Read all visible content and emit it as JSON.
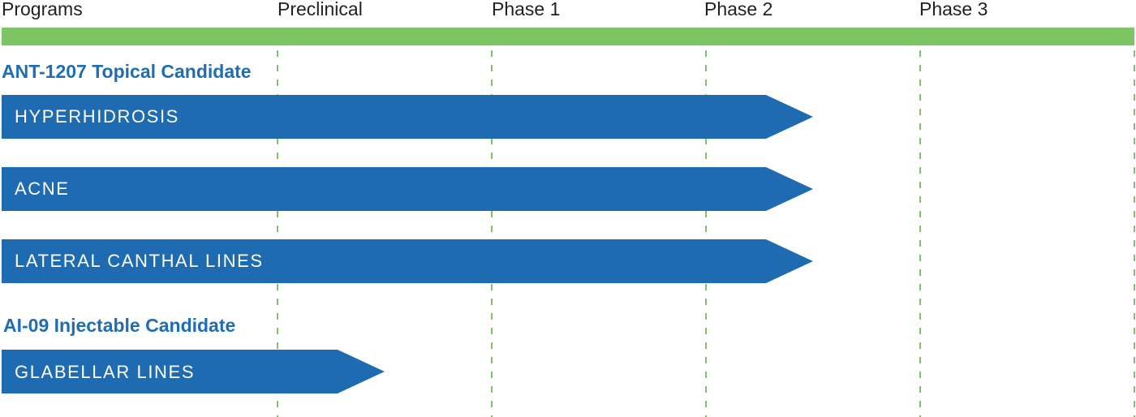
{
  "chart_data": {
    "type": "bar",
    "orientation": "horizontal",
    "header_label": "Programs",
    "phases": [
      "Preclinical",
      "Phase 1",
      "Phase 2",
      "Phase 3"
    ],
    "colors": {
      "header_bar": "#7dc462",
      "divider": "#7dc462",
      "bar": "#1f6bb2",
      "group_label": "#1f6db2",
      "text": "#231f20"
    },
    "groups": [
      {
        "name": "ANT-1207 Topical Candidate",
        "programs": [
          {
            "label": "HYPERHIDROSIS",
            "progress": 2.5
          },
          {
            "label": "ACNE",
            "progress": 2.5
          },
          {
            "label": "LATERAL CANTHAL LINES",
            "progress": 2.5
          }
        ]
      },
      {
        "name": "AI-09 Injectable Candidate",
        "programs": [
          {
            "label": "GLABELLAR LINES",
            "progress": 0.5
          }
        ]
      }
    ]
  }
}
